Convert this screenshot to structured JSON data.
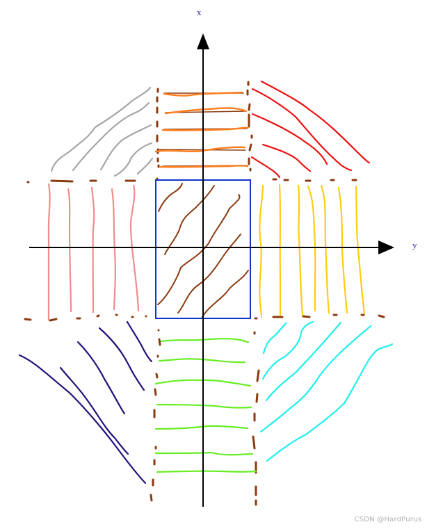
{
  "axes": {
    "x_label": "x",
    "y_label": "y",
    "axis_color": "#000000",
    "label_color": "#3322aa"
  },
  "watermark": "CSDN @HardPurus",
  "regions": [
    {
      "name": "top-left",
      "color": "#a6a6a6",
      "stroke_count": 5,
      "direction": "diagonal-up-right"
    },
    {
      "name": "top-center",
      "color": "#ff7f1f",
      "stroke_count": 5,
      "direction": "horizontal"
    },
    {
      "name": "top-right",
      "color": "#ee1111",
      "stroke_count": 5,
      "direction": "diagonal-down-right"
    },
    {
      "name": "middle-left",
      "color": "#f08c8c",
      "stroke_count": 5,
      "direction": "vertical"
    },
    {
      "name": "center",
      "color": "#8b3a10",
      "stroke_count": 6,
      "direction": "diagonal-up-right",
      "frame_color": "#1133cc"
    },
    {
      "name": "middle-right",
      "color": "#ffcc11",
      "stroke_count": 7,
      "direction": "vertical"
    },
    {
      "name": "bottom-left",
      "color": "#22107a",
      "stroke_count": 5,
      "direction": "diagonal-down-right"
    },
    {
      "name": "bottom-center",
      "color": "#66ee22",
      "stroke_count": 7,
      "direction": "horizontal"
    },
    {
      "name": "bottom-right",
      "color": "#22eeee",
      "stroke_count": 5,
      "direction": "diagonal-up-right"
    }
  ],
  "boundary_color": "#8b3a10"
}
